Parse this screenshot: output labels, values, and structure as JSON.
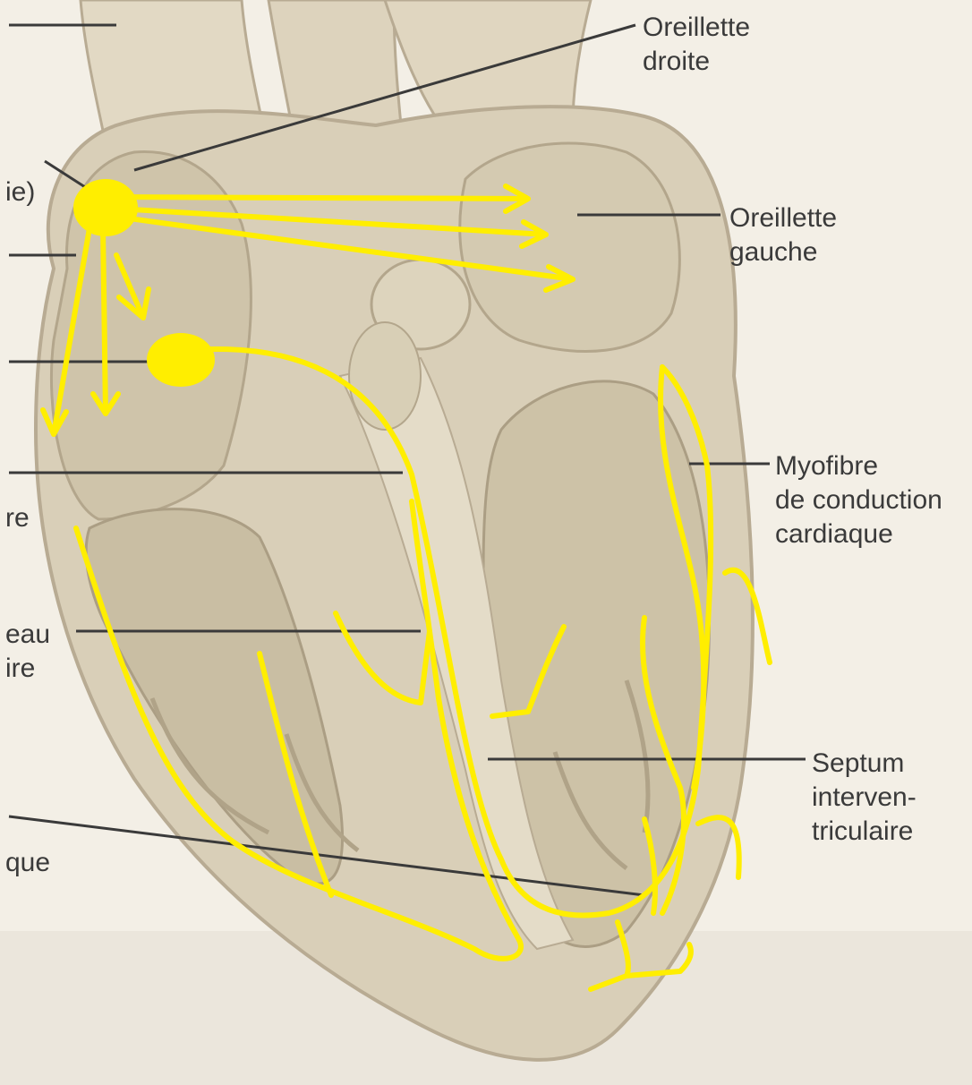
{
  "labels": {
    "oreillette_droite": [
      "Oreillette",
      "droite"
    ],
    "oreillette_gauche": [
      "Oreillette",
      "gauche"
    ],
    "myofibre": [
      "Myofibre",
      "de conduction",
      "cardiaque"
    ],
    "septum": [
      "Septum",
      "interven-",
      "triculaire"
    ],
    "partial_ie": "ie)",
    "partial_re": "re",
    "partial_eau": [
      "eau",
      "ire"
    ],
    "partial_que": "que"
  },
  "colors": {
    "background": "#f3efe6",
    "heart_tissue": "#d9cfb8",
    "heart_shadow": "#b8ab93",
    "leader_line": "#3a3a3a",
    "conduction_overlay": "#ffee00"
  },
  "nodes": [
    "sinoatrial-node",
    "atrioventricular-node"
  ]
}
